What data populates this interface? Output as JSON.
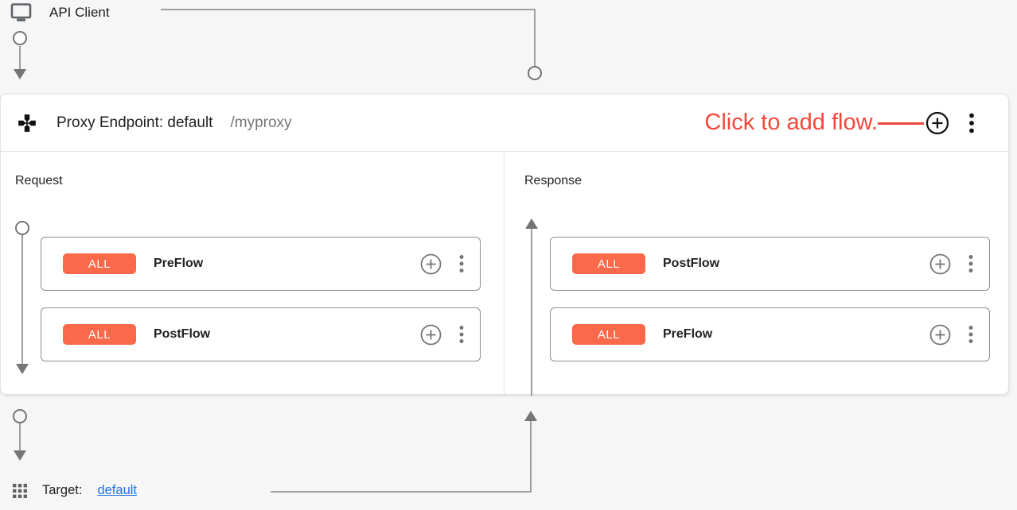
{
  "api_client": {
    "label": "API Client"
  },
  "proxy_endpoint": {
    "title": "Proxy Endpoint: default",
    "base_path": "/myproxy",
    "annotation": "Click to add flow.",
    "request": {
      "label": "Request",
      "flows": [
        {
          "badge": "ALL",
          "name": "PreFlow"
        },
        {
          "badge": "ALL",
          "name": "PostFlow"
        }
      ]
    },
    "response": {
      "label": "Response",
      "flows": [
        {
          "badge": "ALL",
          "name": "PostFlow"
        },
        {
          "badge": "ALL",
          "name": "PreFlow"
        }
      ]
    }
  },
  "target": {
    "label": "Target:",
    "value": "default"
  },
  "icons": {
    "api_client": "monitor-icon",
    "proxy_endpoint": "dpad-icon",
    "add_flow": "add-circle-icon",
    "menu": "more-vert-icon",
    "target": "grid-icon"
  },
  "colors": {
    "badge": "#f9694a",
    "annotation": "#f4473c",
    "link": "#1a73e8",
    "connector": "#9e9e9e"
  }
}
